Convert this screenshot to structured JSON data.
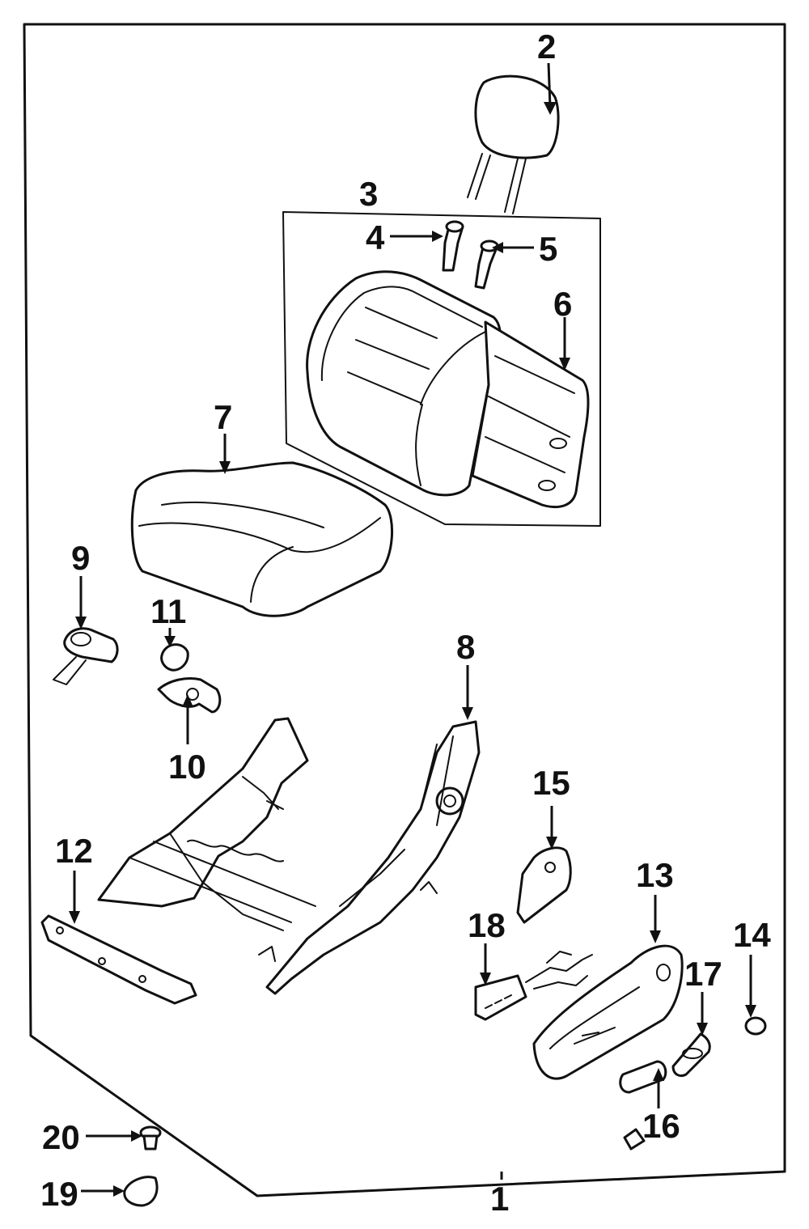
{
  "callouts": {
    "c1": "1",
    "c2": "2",
    "c3": "3",
    "c4": "4",
    "c5": "5",
    "c6": "6",
    "c7": "7",
    "c8": "8",
    "c9": "9",
    "c10": "10",
    "c11": "11",
    "c12": "12",
    "c13": "13",
    "c14": "14",
    "c15": "15",
    "c16": "16",
    "c17": "17",
    "c18": "18",
    "c19": "19",
    "c20": "20"
  },
  "colors": {
    "ink": "#111111",
    "paper": "#ffffff"
  }
}
